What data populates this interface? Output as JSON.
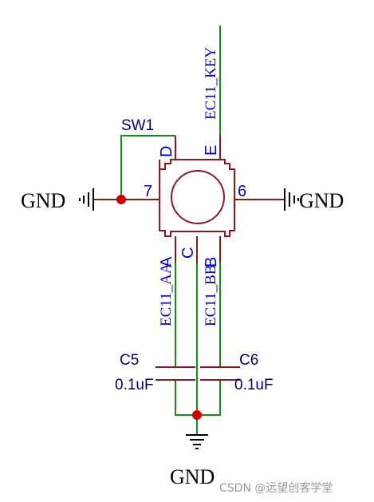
{
  "encoder": {
    "designator": "SW1",
    "pins": {
      "D": "D",
      "E": "E",
      "A": "A",
      "C": "C",
      "B": "B",
      "p7": "7",
      "p6": "6"
    }
  },
  "nets": {
    "key": "EC11_KEY",
    "aa": "EC11_AA",
    "bb": "EC11_BB"
  },
  "ground": {
    "left": "GND",
    "right": "GND",
    "bottom": "GND"
  },
  "capacitors": [
    {
      "designator": "C5",
      "value": "0.1uF"
    },
    {
      "designator": "C6",
      "value": "0.1uF"
    }
  ],
  "watermark": "CSDN @远望创客学堂",
  "colors": {
    "wire": "#1a8a1a",
    "component": "#8b1a1a",
    "net_label": "#0000cc",
    "designator": "#000080",
    "junction": "#cc0000"
  }
}
